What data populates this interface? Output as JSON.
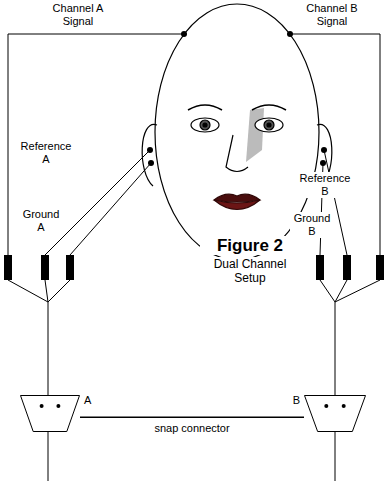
{
  "diagram": {
    "title": "Figure 2",
    "caption": "Dual Channel Setup",
    "nodes": [
      {
        "text": [
          "A"
        ]
      },
      {
        "text": [
          "B"
        ]
      }
    ],
    "edges": [
      {
        "from": 0,
        "to": 1,
        "label": "snap connector",
        "arrow": "none"
      }
    ],
    "labels": [
      "Channel A Signal",
      "Channel B Signal",
      "Reference A",
      "Ground A",
      "Reference B",
      "Ground B"
    ]
  }
}
